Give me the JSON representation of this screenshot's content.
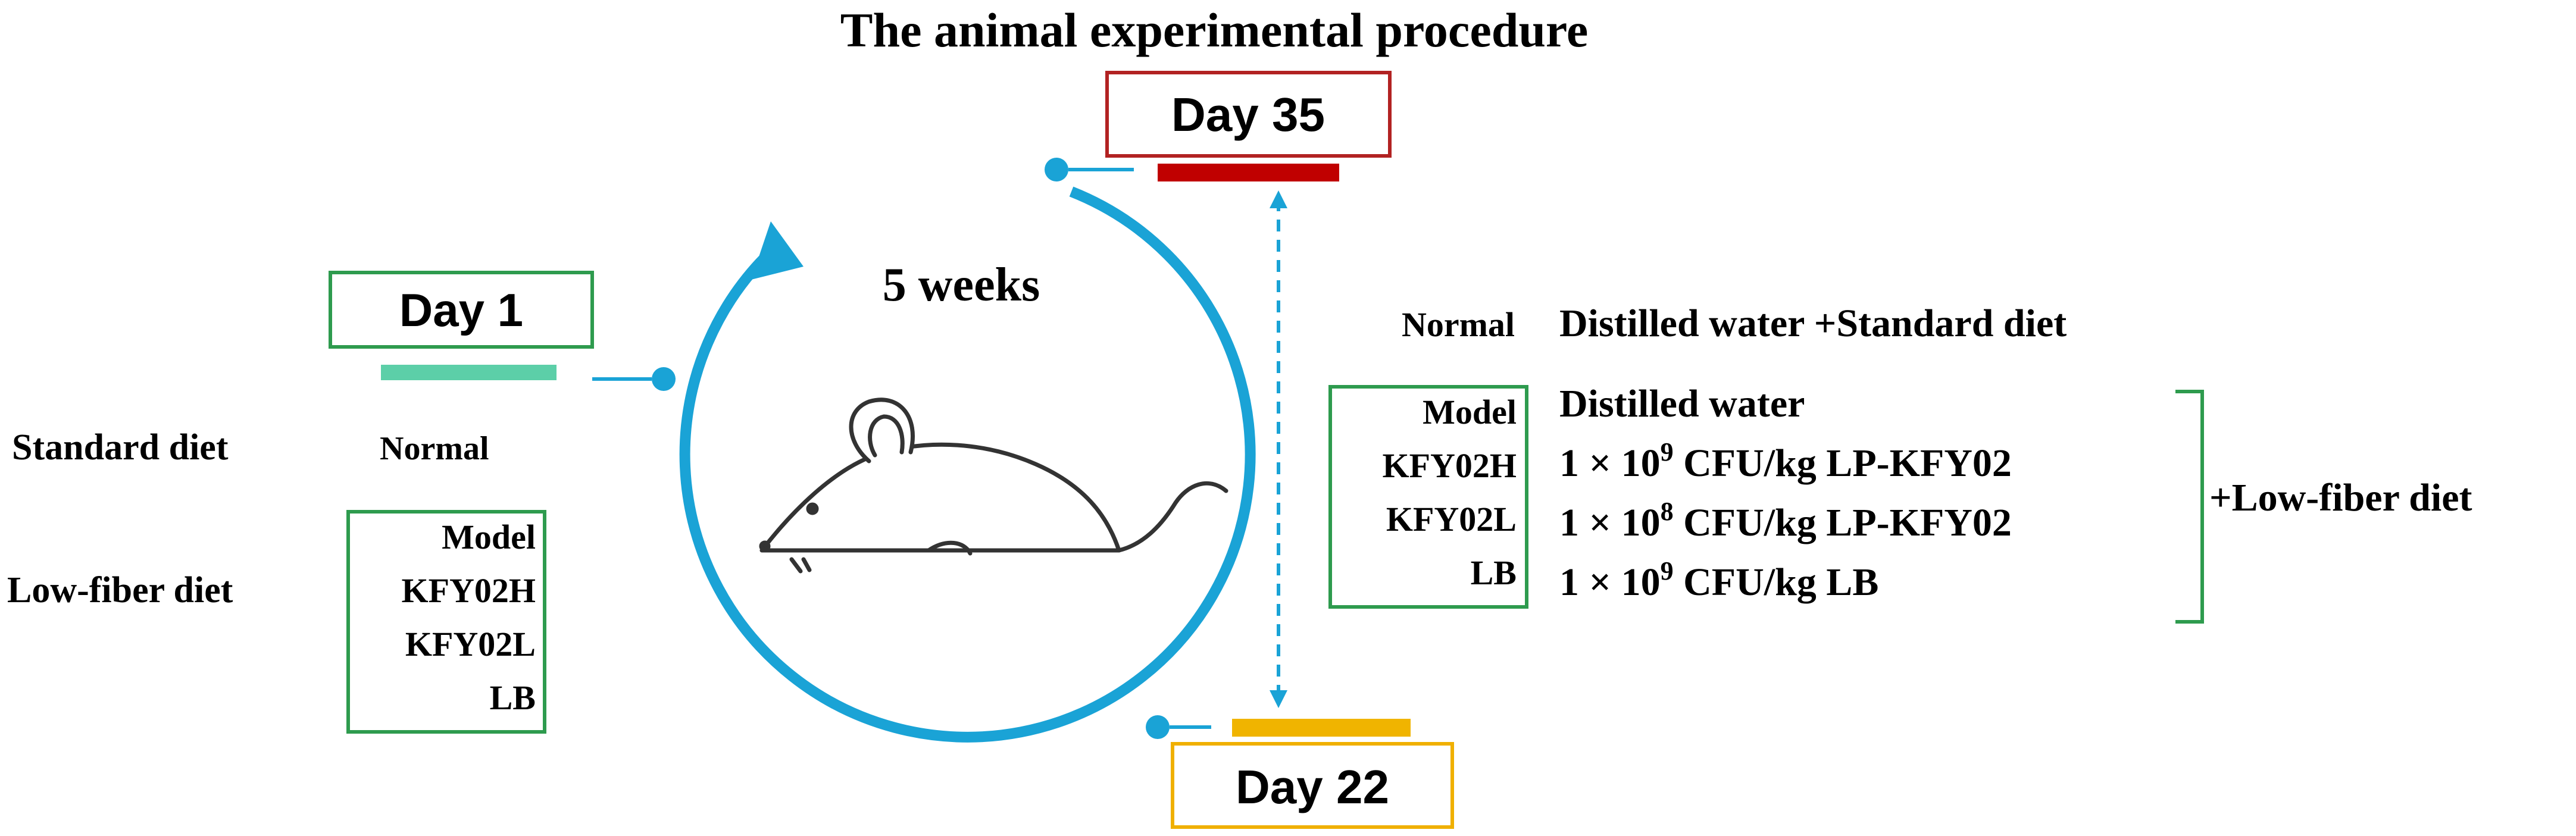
{
  "title": "The animal experimental procedure",
  "duration": "5 weeks",
  "days": {
    "start": "Day 1",
    "mid": "Day 22",
    "end": "Day 35"
  },
  "left": {
    "standard_diet": "Standard diet",
    "standard_group": "Normal",
    "low_fiber_diet": "Low-fiber diet",
    "low_fiber_groups": [
      "Model",
      "KFY02H",
      "KFY02L",
      "LB"
    ]
  },
  "right": {
    "normal_group": "Normal",
    "normal_treatment": "Distilled water +Standard diet",
    "groups": [
      "Model",
      "KFY02H",
      "KFY02L",
      "LB"
    ],
    "treatments": [
      {
        "prefix": "Distilled water",
        "exp": "",
        "suffix": ""
      },
      {
        "prefix": "1 × 10",
        "exp": "9",
        "suffix": " CFU/kg LP-KFY02"
      },
      {
        "prefix": "1 × 10",
        "exp": "8",
        "suffix": " CFU/kg LP-KFY02"
      },
      {
        "prefix": "1 × 10",
        "exp": "9",
        "suffix": " CFU/kg LB"
      }
    ],
    "bracket_label": "+Low-fiber diet"
  },
  "colors": {
    "cycle": "#1aa3d6",
    "green_box": "#2e9b4e",
    "day1_bar": "#5ccfa8",
    "day35_box": "#b22222",
    "day35_bar": "#c00000",
    "day22_box": "#f0b000",
    "day22_bar": "#f0b400"
  },
  "icons": [
    "mouse-icon",
    "cycle-arrow-icon"
  ]
}
